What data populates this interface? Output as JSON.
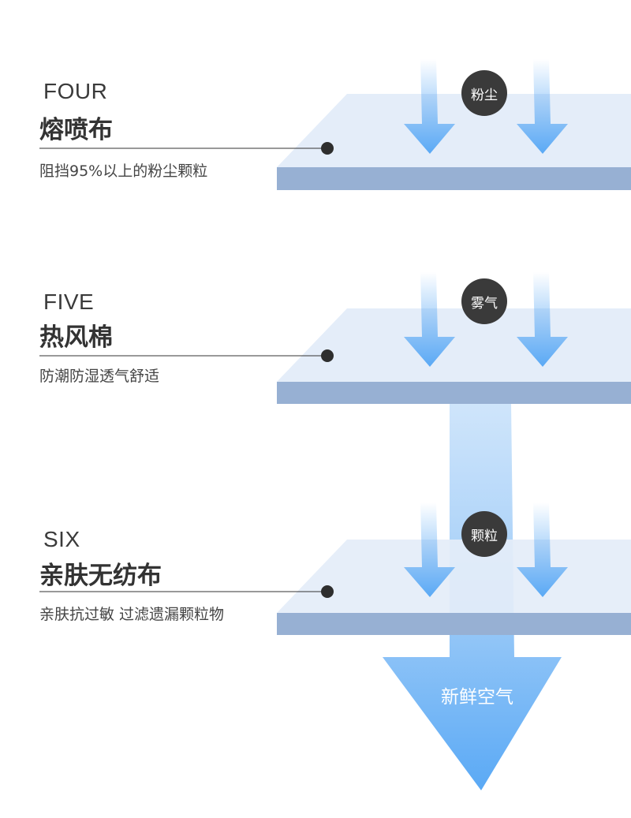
{
  "layers": [
    {
      "en": "FOUR",
      "cn": "熔喷布",
      "desc": "阻挡95%以上的粉尘颗粒",
      "badge": "粉尘"
    },
    {
      "en": "FIVE",
      "cn": "热风棉",
      "desc": "防潮防湿透气舒适",
      "badge": "雾气"
    },
    {
      "en": "SIX",
      "cn": "亲肤无纺布",
      "desc": "亲肤抗过敏 过滤遗漏颗粒物",
      "badge": "颗粒"
    }
  ],
  "output_label": "新鲜空气",
  "colors": {
    "layer_top": "#e4edf9",
    "layer_side": "#97b0d3",
    "arrow": "#5aa9f5",
    "badge": "#3a3a3a"
  }
}
